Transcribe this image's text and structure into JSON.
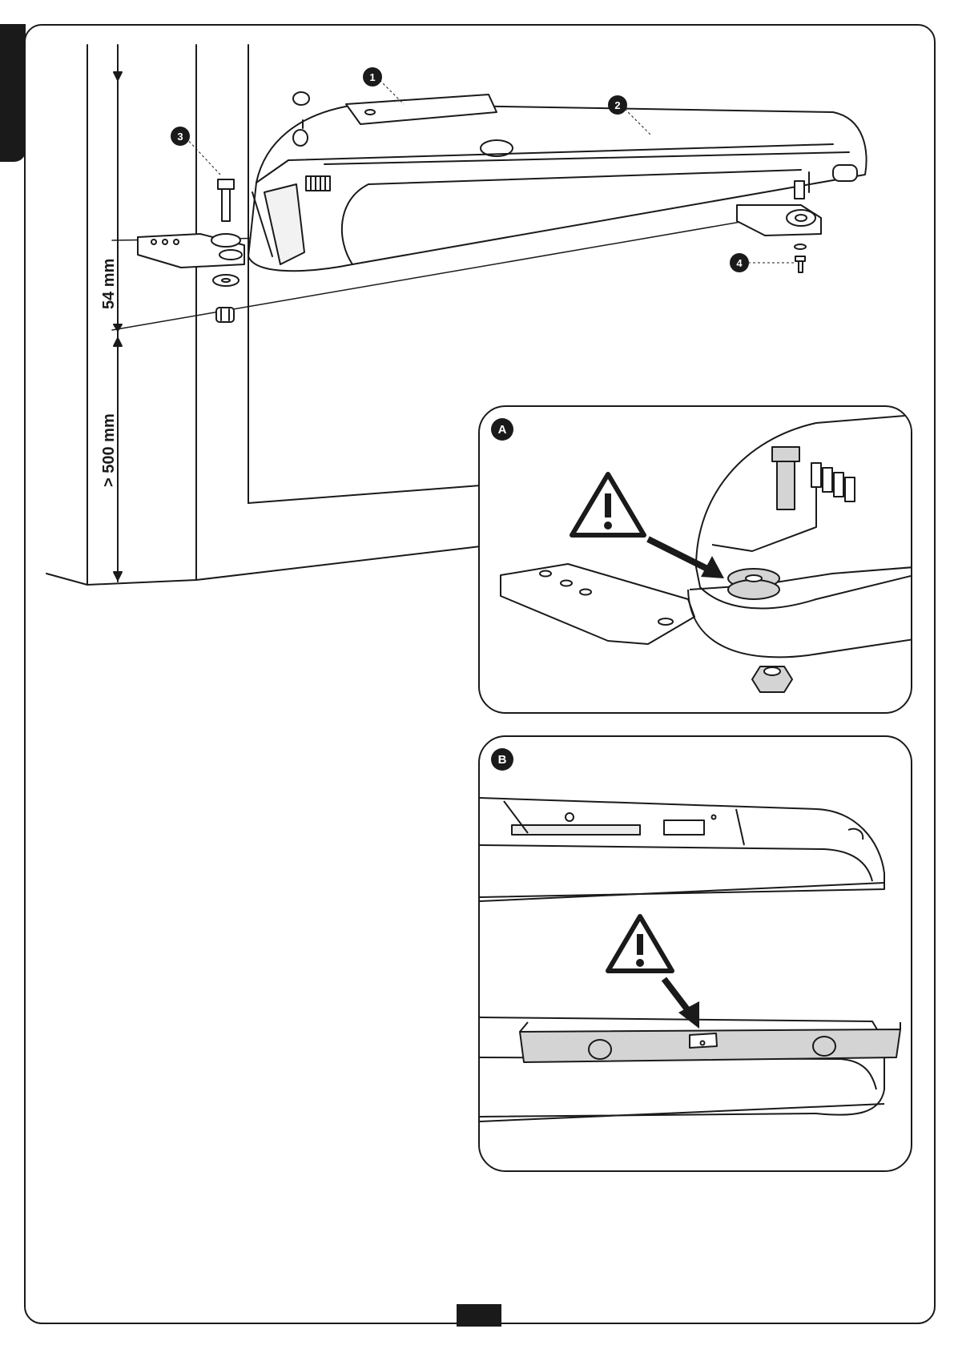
{
  "callouts": {
    "c1": "1",
    "c2": "2",
    "c3": "3",
    "c4": "4"
  },
  "dimensions": {
    "upper": "54 mm",
    "lower": "> 500 mm"
  },
  "panels": {
    "a": {
      "badge": "A"
    },
    "b": {
      "badge": "B"
    }
  },
  "colors": {
    "ink": "#1a1a1a",
    "shade": "#d4d4d4",
    "light_shade": "#ececec"
  },
  "icons": {
    "warning_a": "warning-triangle-icon",
    "warning_b": "warning-triangle-icon"
  }
}
